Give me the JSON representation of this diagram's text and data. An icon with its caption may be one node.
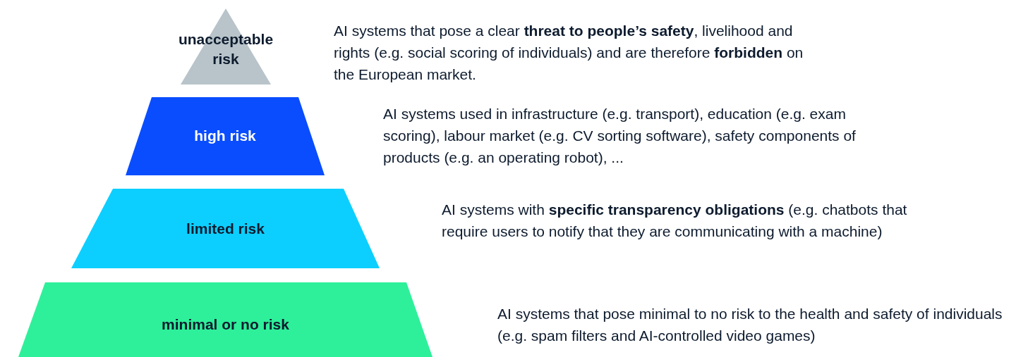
{
  "diagram": {
    "nodes": [
      {
        "text": [
          "unacceptable risk"
        ]
      },
      {
        "text": [
          "high risk"
        ]
      },
      {
        "text": [
          "limited risk"
        ]
      },
      {
        "text": [
          "minimal or no risk"
        ]
      }
    ],
    "labels": [
      "AI systems that pose a clear **threat to people’s safety**, livelihood and rights (e.g. social scoring of individuals) and are therefore **forbidden** on the European market.",
      "AI systems used in infrastructure (e.g. transport), education (e.g. exam scoring), labour market (e.g. CV sorting software), safety components of products (e.g. an operating robot), ...",
      "AI systems with **specific transparency obligations** (e.g. chatbots that require users to notify that they are communicating with a machine)",
      "AI systems that pose minimal to no risk to the health and safety of individuals (e.g. spam filters and AI-controlled video games)"
    ]
  }
}
